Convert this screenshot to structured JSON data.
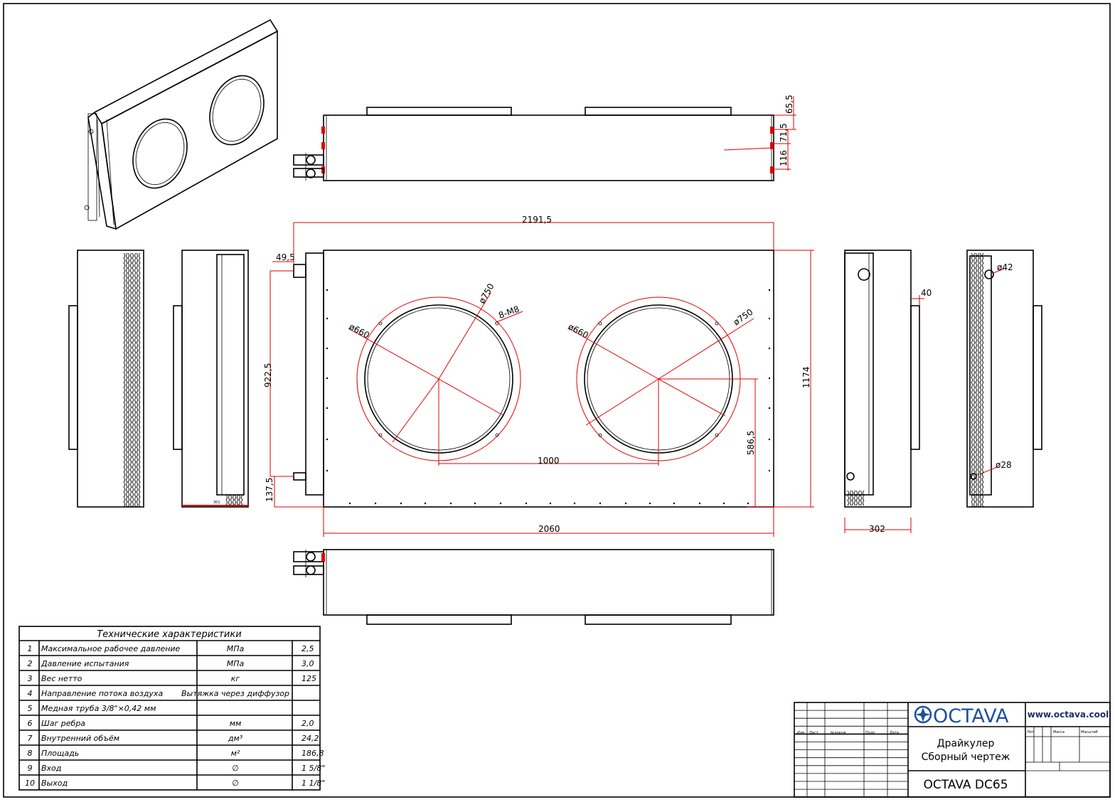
{
  "drawing": {
    "dimensions": {
      "d655": "65,5",
      "d715": "71,5",
      "d116": "116",
      "d21915": "2191,5",
      "d495": "49,5",
      "d9225": "922,5",
      "d1375": "137,5",
      "d2060": "2060",
      "d1000": "1000",
      "d5865": "586,5",
      "d1174": "1174",
      "d40": "40",
      "d302": "302",
      "phi750a": "ø750",
      "phi750b": "ø750",
      "phi660a": "ø660",
      "phi660b": "ø660",
      "m8": "8-M8",
      "phi42": "ø42",
      "phi28": "ø28",
      "small": "301"
    }
  },
  "spec_table": {
    "title": "Технические характеристики",
    "rows": [
      {
        "n": "1",
        "name": "Максимальное рабочее давление",
        "unit": "МПа",
        "value": "2,5"
      },
      {
        "n": "2",
        "name": "Давление испытания",
        "unit": "МПа",
        "value": "3,0"
      },
      {
        "n": "3",
        "name": "Вес нетто",
        "unit": "кг",
        "value": "125"
      },
      {
        "n": "4",
        "name": "Направление потока воздуха",
        "unit": "Вытяжка через диффузор",
        "value": ""
      },
      {
        "n": "5",
        "name": "Медная труба 3/8\"×0,42 мм",
        "unit": "",
        "value": ""
      },
      {
        "n": "6",
        "name": "Шаг ребра",
        "unit": "мм",
        "value": "2,0"
      },
      {
        "n": "7",
        "name": "Внутренний объём",
        "unit": "дм³",
        "value": "24,2"
      },
      {
        "n": "8",
        "name": "Площадь",
        "unit": "м²",
        "value": "186,8"
      },
      {
        "n": "9",
        "name": "Вход",
        "unit": "∅",
        "value": "1 5/8\""
      },
      {
        "n": "10",
        "name": "Выход",
        "unit": "∅",
        "value": "1 1/8\""
      }
    ]
  },
  "title_block": {
    "brand": "OCTAVA",
    "url": "www.octava.cool",
    "product": "Драйкулер",
    "drawing_type": "Сборный чертеж",
    "model": "OCTAVA DC65",
    "headers": [
      "Изм",
      "Лист",
      "№докум",
      "Подп",
      "Дата"
    ],
    "right_headers": [
      "Лит",
      "Масса",
      "Масштаб"
    ]
  },
  "colors": {
    "dimension": "#e00000",
    "line": "#000000",
    "brand": "#1d4fa3"
  }
}
